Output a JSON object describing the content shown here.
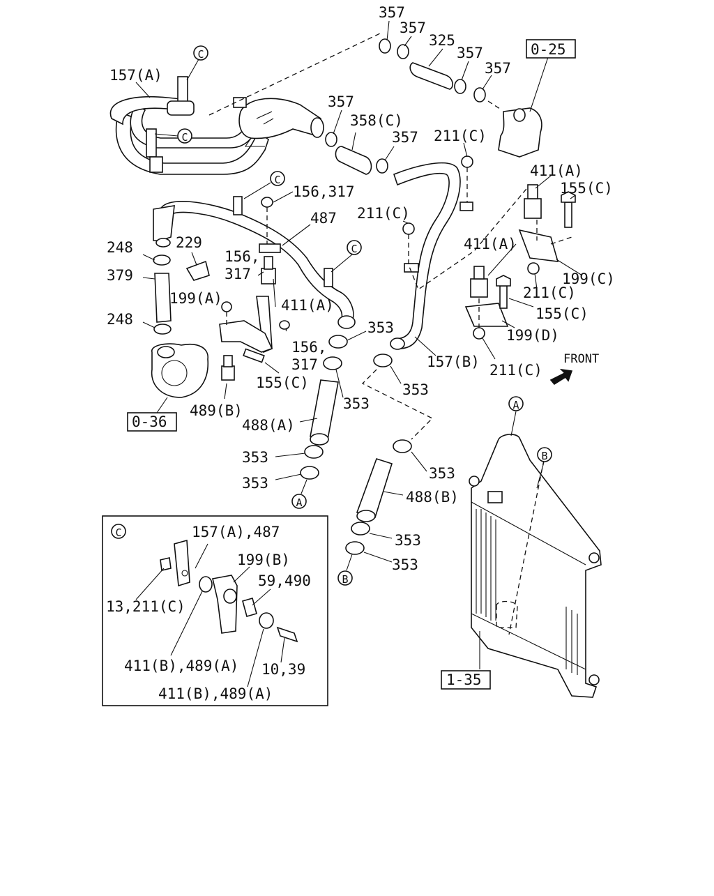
{
  "labels": {
    "l357a": "357",
    "l357b": "357",
    "l325": "325",
    "l357c": "357",
    "l357d": "357",
    "l0_25": "0-25",
    "l157a": "157(A)",
    "l357e": "357",
    "l358c": "358(C)",
    "l357f": "357",
    "l211c_a": "211(C)",
    "l411a_a": "411(A)",
    "l155c_a": "155(C)",
    "l156_317_a": "156,317",
    "l487": "487",
    "l211c_b": "211(C)",
    "l248_a": "248",
    "l229": "229",
    "l379": "379",
    "l156": "156,",
    "l317": "317",
    "l199a": "199(A)",
    "l411a_b": "411(A)",
    "l248_b": "248",
    "l411a_c": "411(A)",
    "l199c": "199(C)",
    "l211c_c": "211(C)",
    "l155c_b": "155(C)",
    "l353_a": "353",
    "l156b": "156,",
    "l317b": "317",
    "l199d": "199(D)",
    "l157b": "157(B)",
    "l211c_d": "211(C)",
    "l155c_c": "155(C)",
    "l353_b": "353",
    "l353_c": "353",
    "l489b": "489(B)",
    "l0_36": "0-36",
    "l488a": "488(A)",
    "l353_d": "353",
    "l353_e": "353",
    "l353_f": "353",
    "l488b": "488(B)",
    "l353_g": "353",
    "l353_h": "353",
    "l1_35": "1-35",
    "front": "FRONT",
    "inset_c": "C",
    "l157a_487": "157(A),487",
    "l199b": "199(B)",
    "l59_490": "59,490",
    "l13_211c": "13,211(C)",
    "l411b_489a_1": "411(B),489(A)",
    "l10_39": "10,39",
    "l411b_489a_2": "411(B),489(A)"
  },
  "callouts": {
    "c1": "C",
    "c2": "C",
    "c3": "C",
    "c4": "C",
    "a_top": "A",
    "a_bot": "A",
    "b_top": "B",
    "b_bot": "B"
  }
}
